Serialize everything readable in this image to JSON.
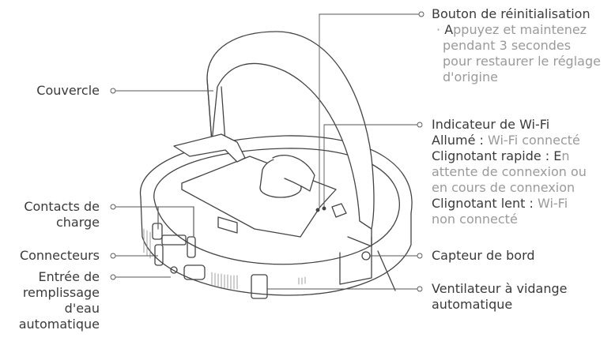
{
  "labels": {
    "reset_title": "Bouton de réinitialisation",
    "reset_desc_1_bullet": "·",
    "reset_desc_1_prefix": "A",
    "reset_desc_1_rest": "ppuyez et maintenez",
    "reset_desc_2": "pendant 3 secondes",
    "reset_desc_3": "pour restaurer le réglage",
    "reset_desc_4": "d'origine",
    "cover": "Couvercle",
    "wifi_title": "Indicateur de Wi-Fi",
    "wifi_on_label": "Allumé :",
    "wifi_on_text": " Wi-Fi connecté",
    "wifi_fast_label": "Clignotant rapide : E",
    "wifi_fast_text_1": "n",
    "wifi_fast_text_2": "attente de connexion ou",
    "wifi_fast_text_3": "en cours de connexion",
    "wifi_slow_label": "Clignotant lent :",
    "wifi_slow_text_1": " Wi-Fi",
    "wifi_slow_text_2": "non connecté",
    "charge_1": "Contacts de",
    "charge_2": "charge",
    "connectors": "Connecteurs",
    "edge_sensor": "Capteur de bord",
    "water_1": "Entrée de",
    "water_2": "remplissage",
    "water_3": "d'eau",
    "water_4": "automatique",
    "fan_1": "Ventilateur à vidange",
    "fan_2": "automatique"
  }
}
